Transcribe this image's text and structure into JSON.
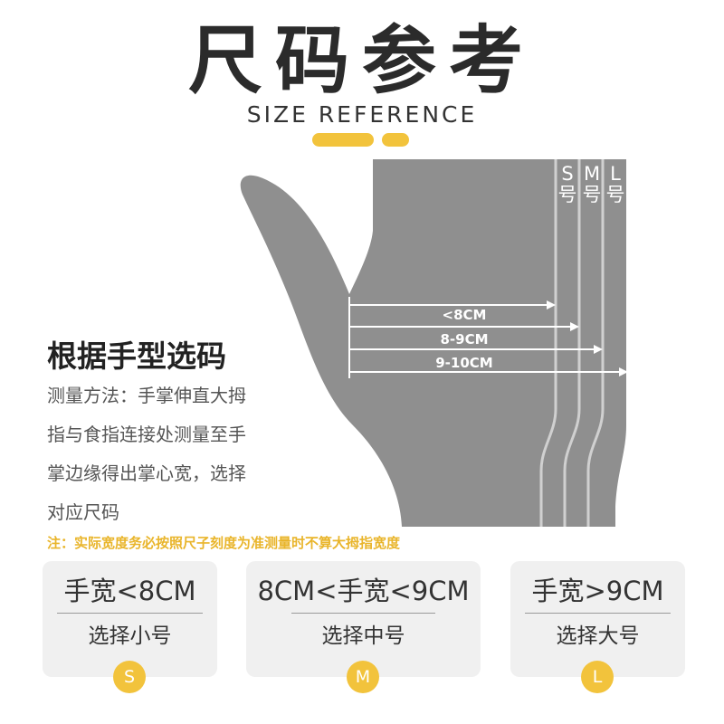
{
  "header": {
    "title": "尺码参考",
    "subtitle": "SIZE REFERENCE"
  },
  "sizes": [
    {
      "letter": "S",
      "char": "号"
    },
    {
      "letter": "M",
      "char": "号"
    },
    {
      "letter": "L",
      "char": "号"
    }
  ],
  "measurements": [
    "<8CM",
    "8-9CM",
    "9-10CM"
  ],
  "guide": {
    "title": "根据手型选码",
    "lines": [
      "测量方法：手掌伸直大拇",
      "指与食指连接处测量至手",
      "掌边缘得出掌心宽，选择",
      "对应尺码"
    ]
  },
  "note": "注：实际宽度务必按照尺子刻度为准测量时不算大拇指宽度",
  "cards": [
    {
      "width": "手宽<8CM",
      "choice": "选择小号",
      "badge": "S"
    },
    {
      "width": "8CM<手宽<9CM",
      "choice": "选择中号",
      "badge": "M"
    },
    {
      "width": "手宽>9CM",
      "choice": "选择大号",
      "badge": "L"
    }
  ],
  "colors": {
    "accent": "#f2c33c",
    "hand": "#8f8f8f",
    "text_dark": "#2b2b2b",
    "card_bg": "#f0f0f0"
  }
}
